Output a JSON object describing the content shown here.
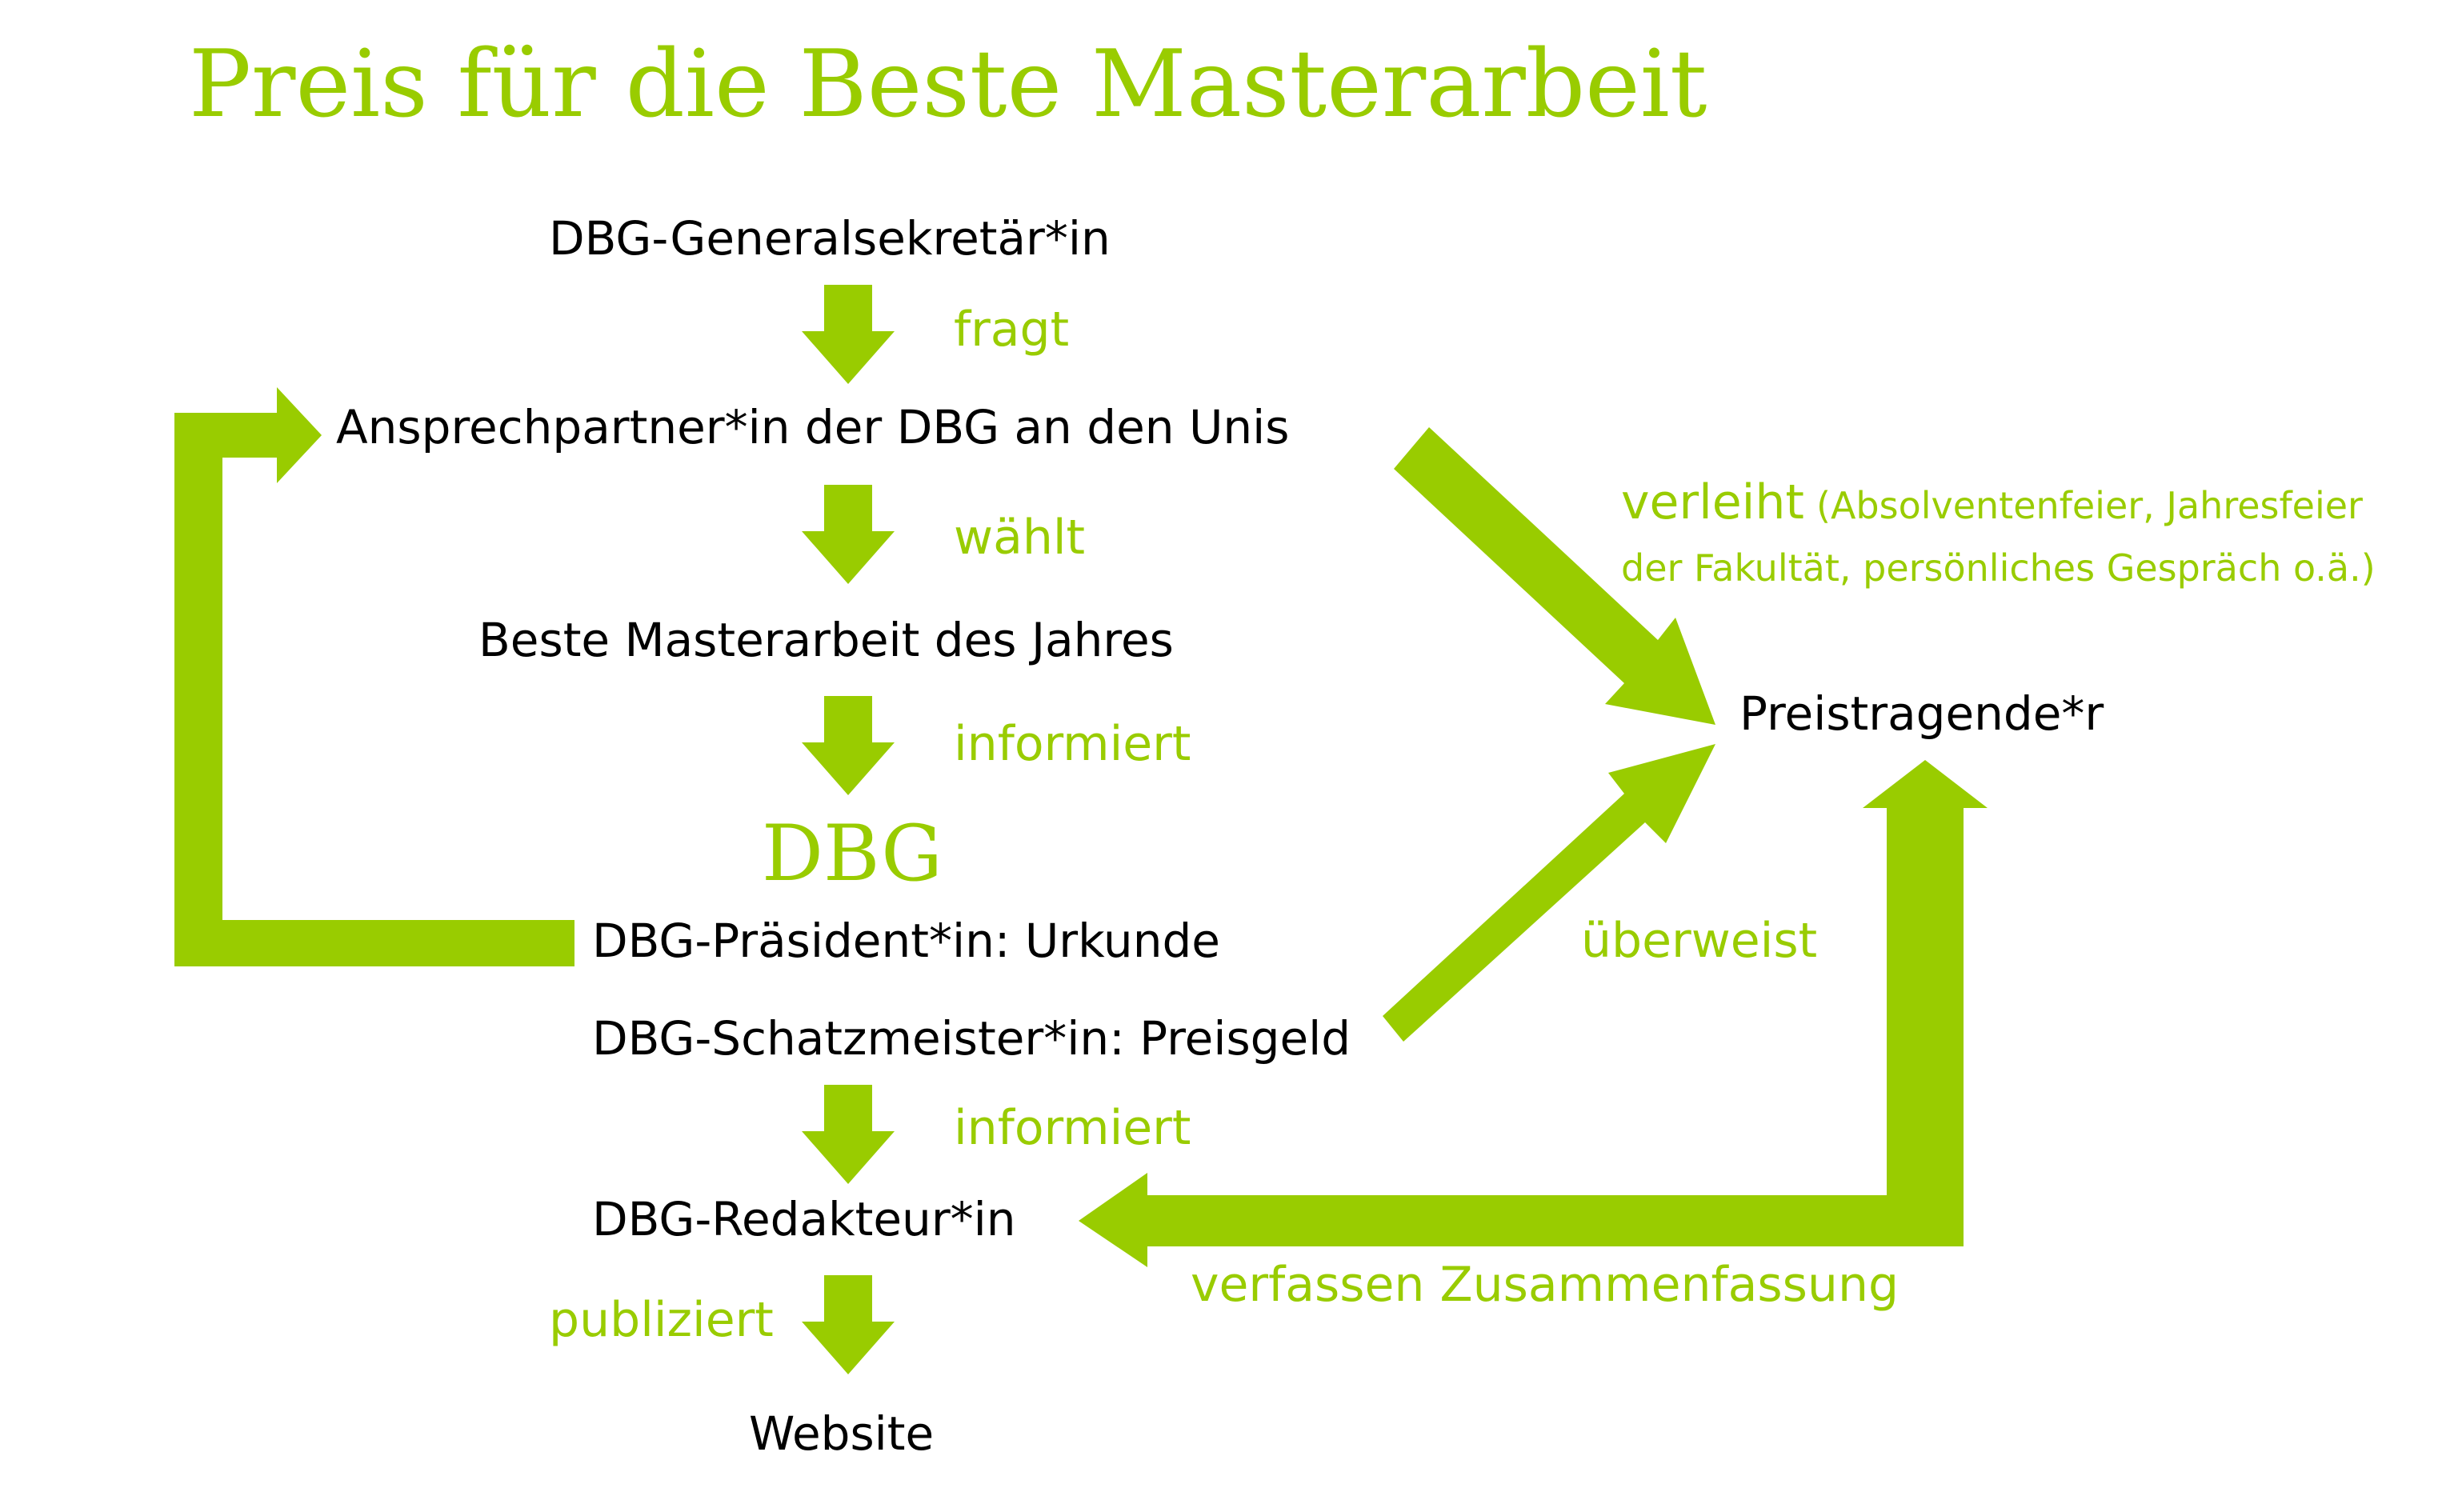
{
  "title": "Preis für die Beste Masterarbeit",
  "colors": {
    "accent": "#99cc00",
    "text": "#000000",
    "background": "#ffffff"
  },
  "nodes": {
    "generalsekretaer": "DBG-Generalsekretär*in",
    "ansprechpartner": "Ansprechpartner*in der DBG an den Unis",
    "beste_masterarbeit": "Beste Masterarbeit des Jahres",
    "dbg": "DBG",
    "praesident": "DBG-Präsident*in: Urkunde",
    "schatzmeister": "DBG-Schatzmeister*in: Preisgeld",
    "redakteur": "DBG-Redakteur*in",
    "website": "Website",
    "preistragende": "Preistragende*r"
  },
  "edges": {
    "fragt": "fragt",
    "waehlt": "wählt",
    "informiert_1": "informiert",
    "informiert_2": "informiert",
    "publiziert": "publiziert",
    "verleiht": "verleiht",
    "verleiht_note_line1": "(Absolventenfeier, Jahresfeier",
    "verleiht_note_line2": "der Fakultät, persönliches Gespräch o.ä.)",
    "ueberweist": "überweist",
    "verfassen": "verfassen Zusammenfassung"
  }
}
